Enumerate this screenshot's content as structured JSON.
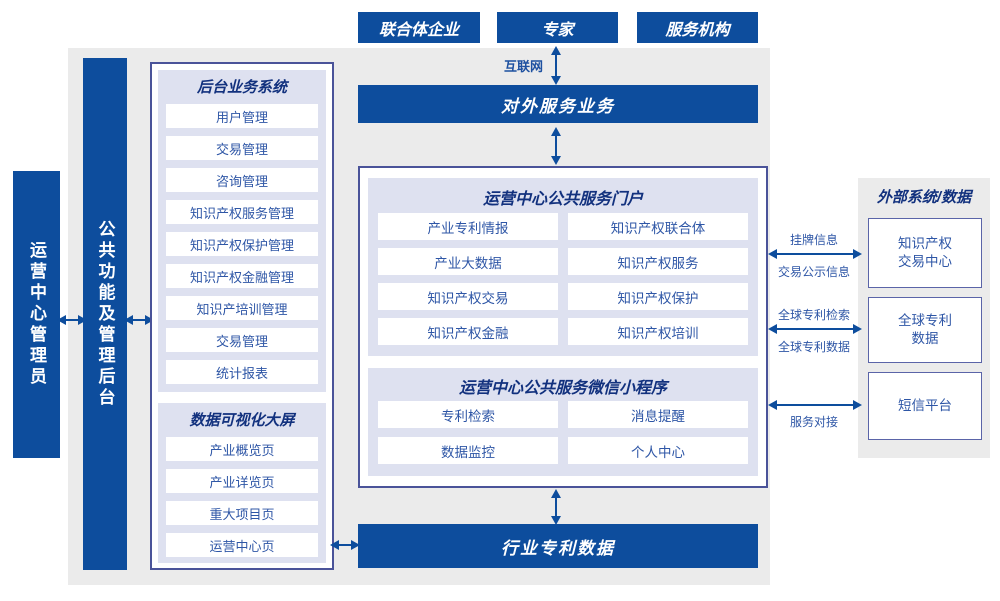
{
  "colors": {
    "primary_blue": "#0d4d9d",
    "lavender_section": "#dee1f0",
    "panel_gray": "#ebebeb",
    "header_navy": "#12317e",
    "item_text_blue": "#2e56a6",
    "box_border": "#4a5399"
  },
  "top_actors": [
    "联合体企业",
    "专家",
    "服务机构"
  ],
  "internet_label": "互联网",
  "external_service_bar": "对外服务业务",
  "admin_bar": "运营中心管理员",
  "public_bar": "公共功能及管理后台",
  "backend": {
    "title": "后台业务系统",
    "items": [
      "用户管理",
      "交易管理",
      "咨询管理",
      "知识产权服务管理",
      "知识产权保护管理",
      "知识产权金融管理",
      "知识产培训管理",
      "交易管理",
      "统计报表"
    ]
  },
  "dashboard": {
    "title": "数据可视化大屏",
    "items": [
      "产业概览页",
      "产业详览页",
      "重大项目页",
      "运营中心页"
    ]
  },
  "portal": {
    "title": "运营中心公共服务门户",
    "items": [
      "产业专利情报",
      "知识产权联合体",
      "产业大数据",
      "知识产权服务",
      "知识产权交易",
      "知识产权保护",
      "知识产权金融",
      "知识产权培训"
    ]
  },
  "miniapp": {
    "title": "运营中心公共服务微信小程序",
    "items": [
      "专利检索",
      "消息提醒",
      "数据监控",
      "个人中心"
    ]
  },
  "industry_bar": "行业专利数据",
  "external": {
    "title": "外部系统/数据",
    "boxes": [
      "知识产权\n交易中心",
      "全球专利\n数据",
      "短信平台"
    ]
  },
  "links": [
    {
      "above": "挂牌信息",
      "below": "交易公示信息"
    },
    {
      "above": "全球专利检索",
      "below": "全球专利数据"
    },
    {
      "below": "服务对接"
    }
  ]
}
